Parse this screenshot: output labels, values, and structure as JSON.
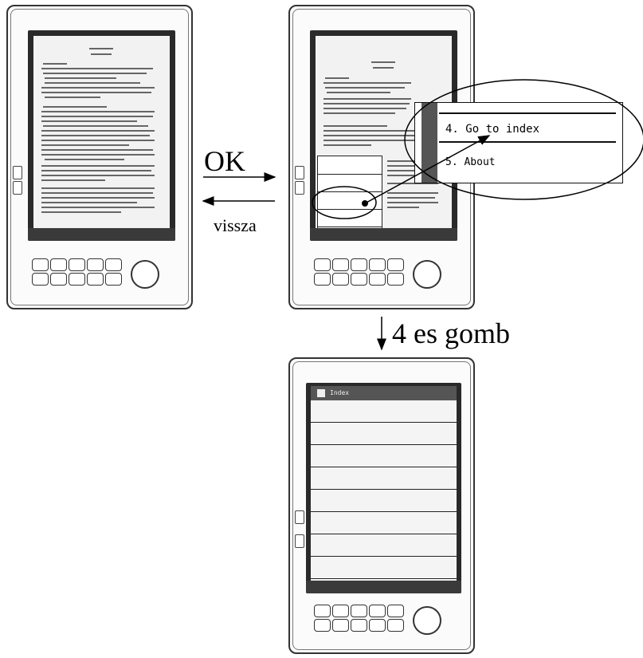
{
  "labels": {
    "ok": "OK",
    "back": "vissza",
    "button4": "4 es gomb"
  },
  "zoom": {
    "item4": "4. Go to index",
    "item5": "5. About"
  },
  "index_screen": {
    "title": "Index"
  },
  "colors": {
    "frame": "#333333",
    "screen": "#2a2a2a",
    "paper": "#f2f2f2"
  }
}
